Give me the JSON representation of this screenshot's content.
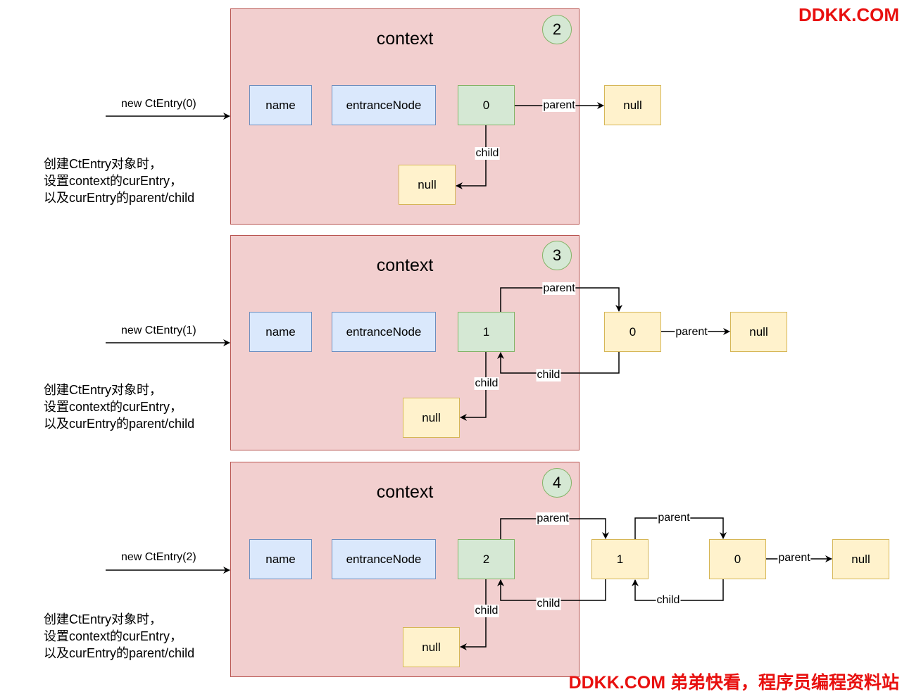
{
  "watermark_top": "DDKK.COM",
  "watermark_bottom": "DDKK.COM 弟弟快看，程序员编程资料站",
  "panels": [
    {
      "step": "2",
      "title": "context",
      "call": "new CtEntry(0)",
      "note": "创建CtEntry对象时，\n设置context的curEntry，\n以及curEntry的parent/child",
      "name_box": "name",
      "entrance_box": "entranceNode",
      "current_entry": "0",
      "child_null": "null",
      "chain": [
        "null"
      ],
      "edges": {
        "parent": "parent",
        "child": "child"
      }
    },
    {
      "step": "3",
      "title": "context",
      "call": "new CtEntry(1)",
      "note": "创建CtEntry对象时，\n设置context的curEntry，\n以及curEntry的parent/child",
      "name_box": "name",
      "entrance_box": "entranceNode",
      "current_entry": "1",
      "child_null": "null",
      "chain": [
        "0",
        "null"
      ],
      "edges": {
        "parent": "parent",
        "child": "child"
      }
    },
    {
      "step": "4",
      "title": "context",
      "call": "new CtEntry(2)",
      "note": "创建CtEntry对象时，\n设置context的curEntry，\n以及curEntry的parent/child",
      "name_box": "name",
      "entrance_box": "entranceNode",
      "current_entry": "2",
      "child_null": "null",
      "chain": [
        "1",
        "0",
        "null"
      ],
      "edges": {
        "parent": "parent",
        "child": "child"
      }
    }
  ]
}
